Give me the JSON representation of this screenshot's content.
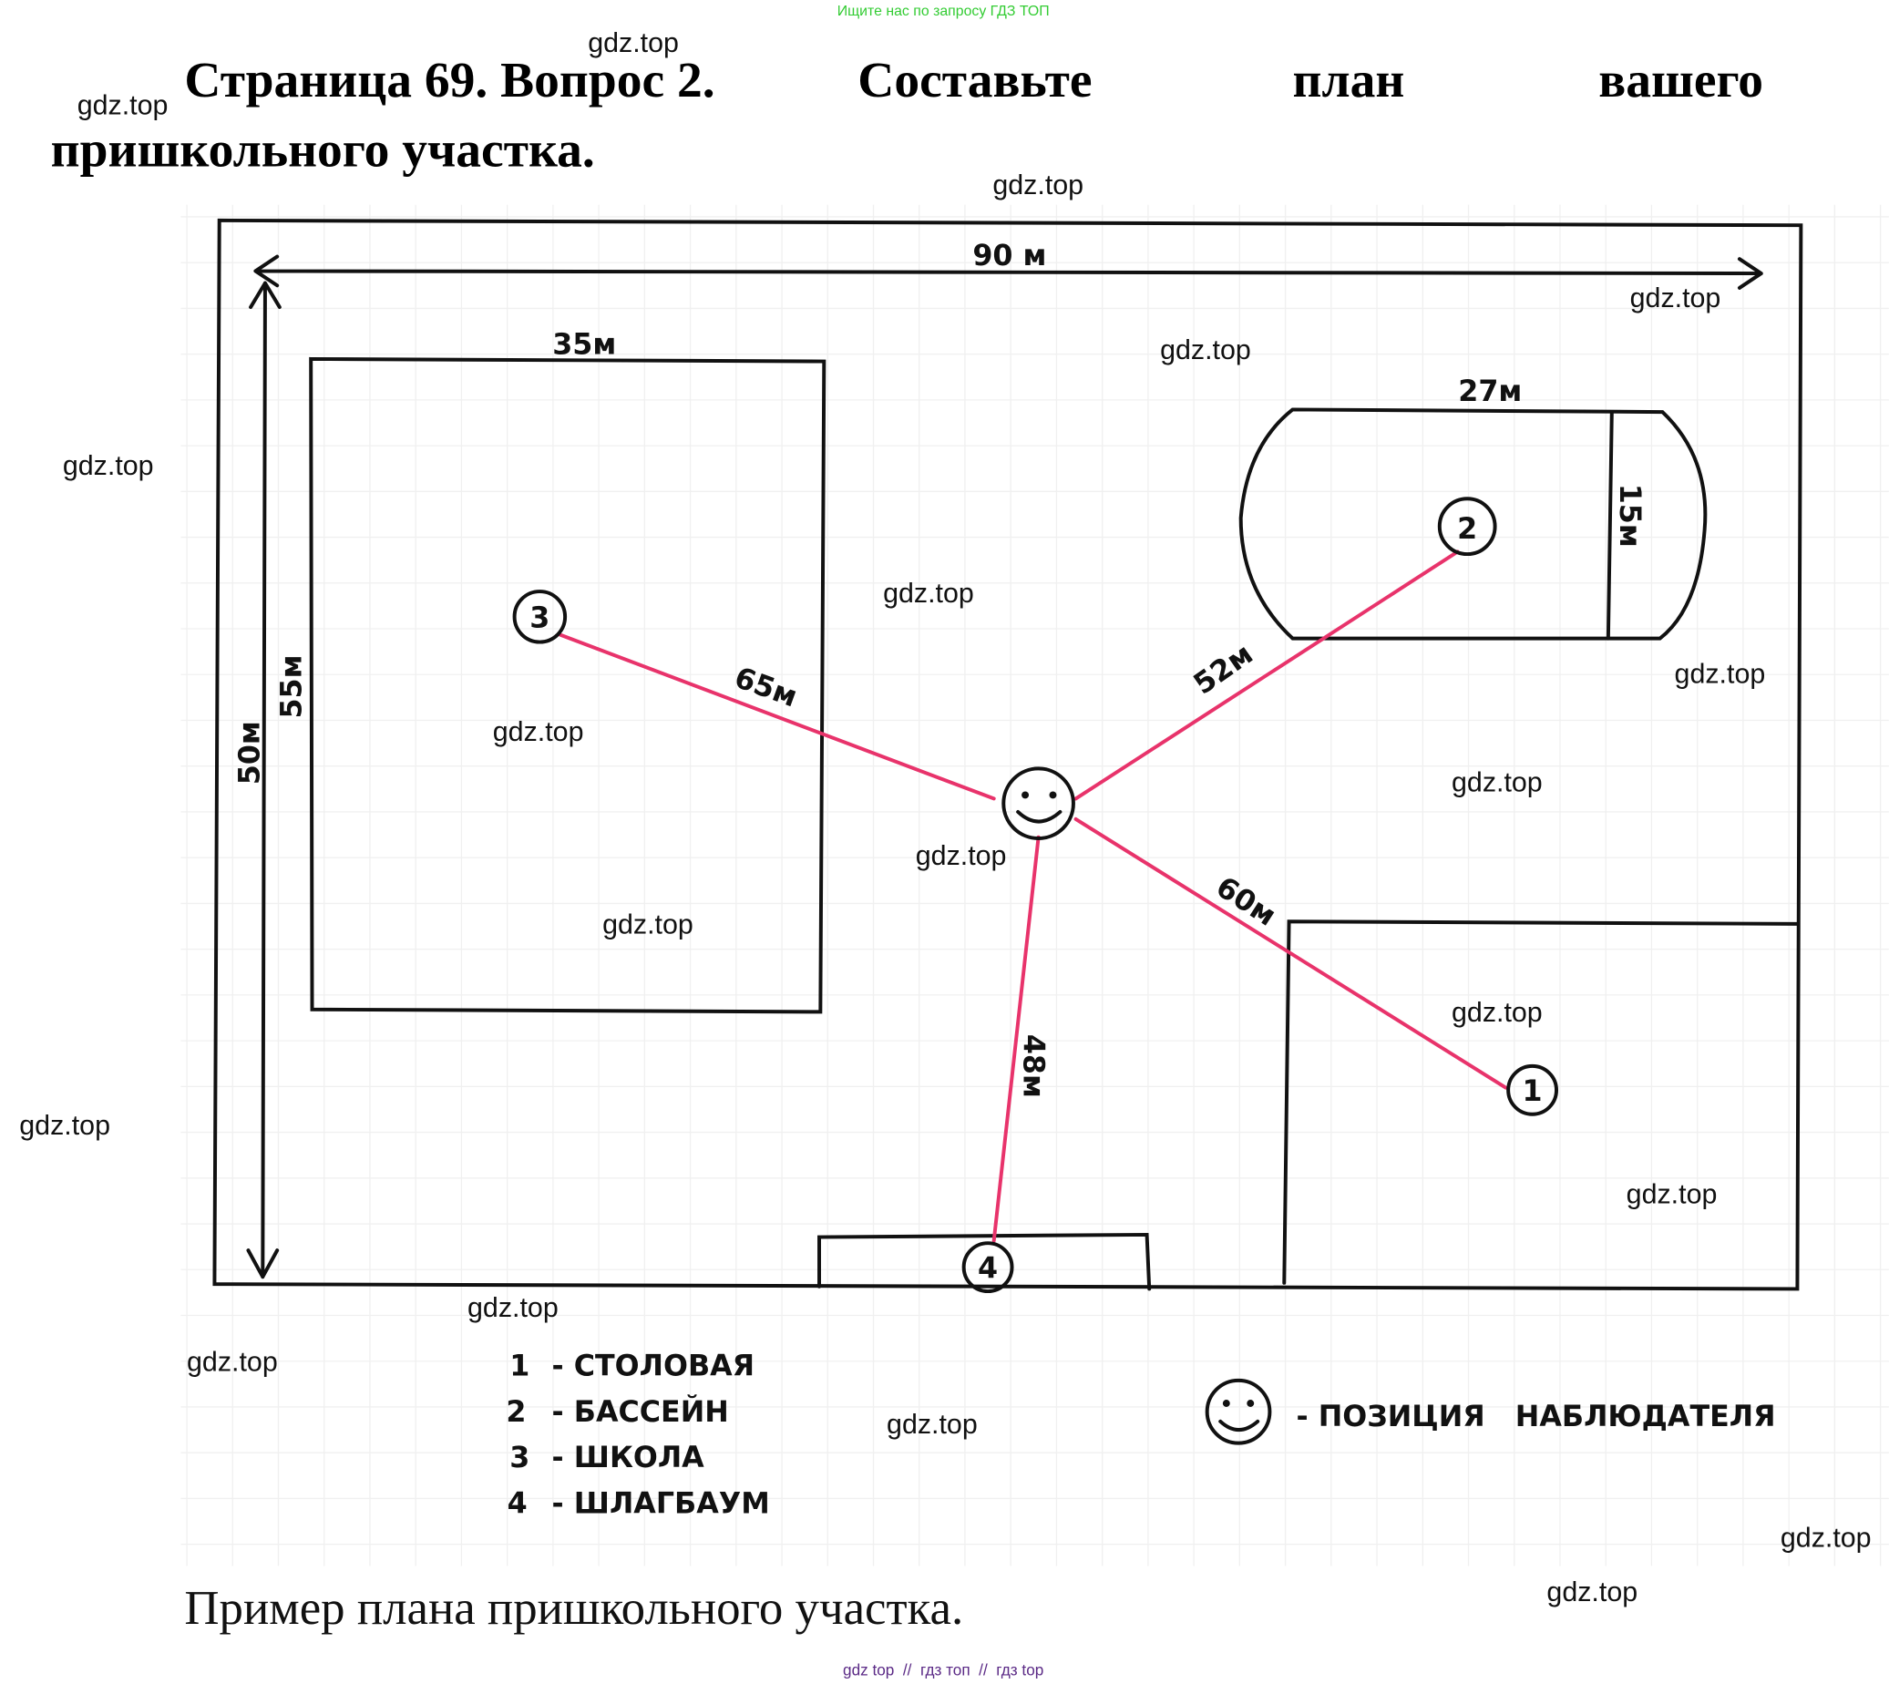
{
  "banner": "Ищите нас по запросу ГДЗ ТОП",
  "title": {
    "line1_a": "Страница 69. Вопрос 2.",
    "line1_b": "Составьте",
    "line1_c": "план",
    "line1_d": "вашего",
    "line2": "пришкольного участка."
  },
  "plan": {
    "width_label": "90 м",
    "height_label": "50м",
    "school_width": "35м",
    "school_height": "55м",
    "pool_width": "27м",
    "pool_height": "15м",
    "markers": [
      "1",
      "2",
      "3",
      "4"
    ],
    "distances": {
      "to_school": "65м",
      "to_pool": "52м",
      "to_canteen": "60м",
      "to_gate": "48м"
    },
    "line_color": "#e8336b"
  },
  "legend": {
    "items": [
      {
        "num": "1",
        "label": "- СТОЛОВАЯ"
      },
      {
        "num": "2",
        "label": "- БАССЕЙН"
      },
      {
        "num": "3",
        "label": "- ШКОЛА"
      },
      {
        "num": "4",
        "label": "- ШЛАГБАУМ"
      }
    ],
    "observer": "- ПОЗИЦИЯ   НАБЛЮДАТЕЛЯ"
  },
  "caption": "Пример плана пришкольного участка.",
  "watermark": "gdz.top",
  "footer": "gdz top  //  гдз топ  //  гдз top"
}
